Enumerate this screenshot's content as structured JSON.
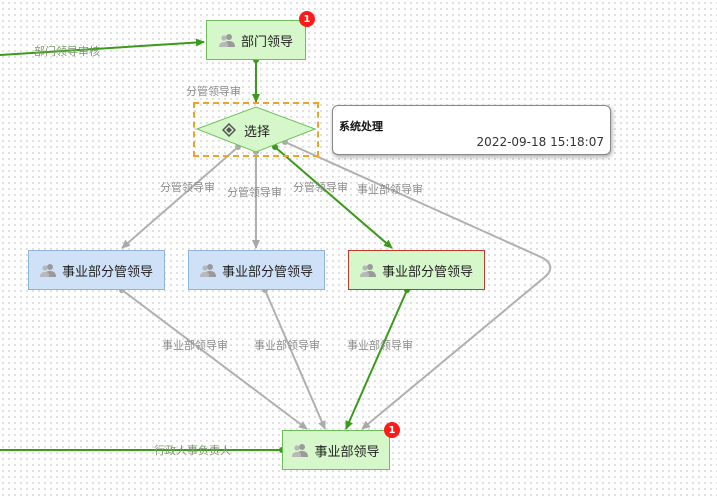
{
  "nodes": {
    "dept_leader": {
      "label": "部门领导",
      "badge": "1"
    },
    "select": {
      "label": "选择"
    },
    "biz_branch_1": {
      "label": "事业部分管领导"
    },
    "biz_branch_2": {
      "label": "事业部分管领导"
    },
    "biz_branch_3": {
      "label": "事业部分管领导"
    },
    "biz_leader": {
      "label": "事业部领导",
      "badge": "1"
    }
  },
  "edges": {
    "to_dept": "部门领导审核",
    "dept_to_select": "分管领导审",
    "select_to_b1": "分管领导审",
    "select_to_b2": "分管领导审",
    "select_to_b3": "分管领导审",
    "select_to_biz": "事业部领导审",
    "b1_to_biz": "事业部领导审",
    "b2_to_biz": "事业部领导审",
    "b3_to_biz": "事业部领导审",
    "admin_to_biz": "行政人事负责人"
  },
  "tooltip": {
    "title": "系统处理",
    "time": "2022-09-18 15:18:07"
  },
  "colors": {
    "flow_active": "#3b9a1c",
    "flow_inactive": "#b0b0b0",
    "badge": "#ff1a1a",
    "select_frame": "#f2a324"
  }
}
